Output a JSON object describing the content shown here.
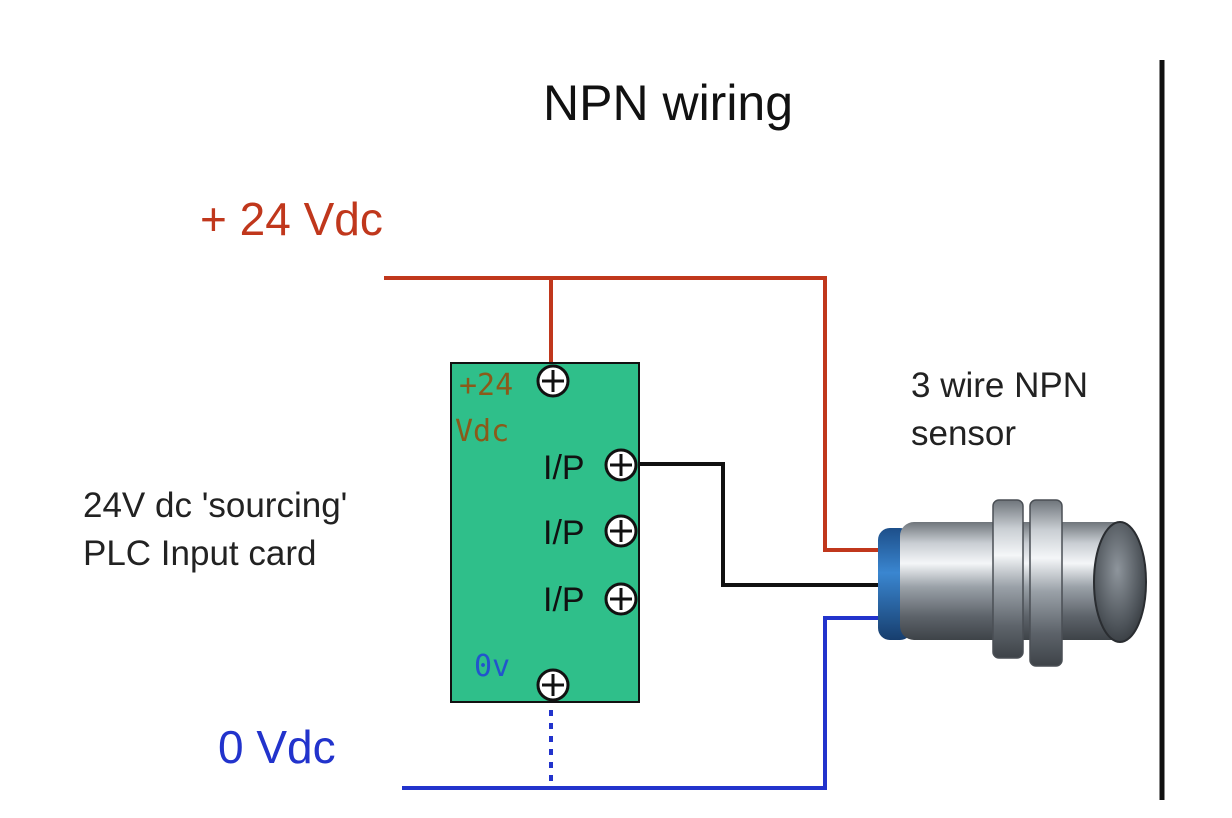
{
  "title": "NPN wiring",
  "positive_rail": {
    "label": "+ 24 Vdc",
    "color": "#c0371c"
  },
  "negative_rail": {
    "label": "0 Vdc",
    "color": "#2233cc"
  },
  "signal_wire_color": "#111111",
  "plc_card": {
    "caption_line1": "24V dc 'sourcing'",
    "caption_line2": "PLC Input card",
    "body_color": "#2fbf8a",
    "supply_terminal_line1": "+24",
    "supply_terminal_line2": "Vdc",
    "supply_terminal_color": "#8a5a1a",
    "common_terminal": "0v",
    "common_terminal_color": "#2255cc",
    "inputs": [
      "I/P",
      "I/P",
      "I/P"
    ]
  },
  "sensor": {
    "caption_line1": "3 wire NPN",
    "caption_line2": "sensor",
    "ring_color": "#2a6fb5"
  }
}
